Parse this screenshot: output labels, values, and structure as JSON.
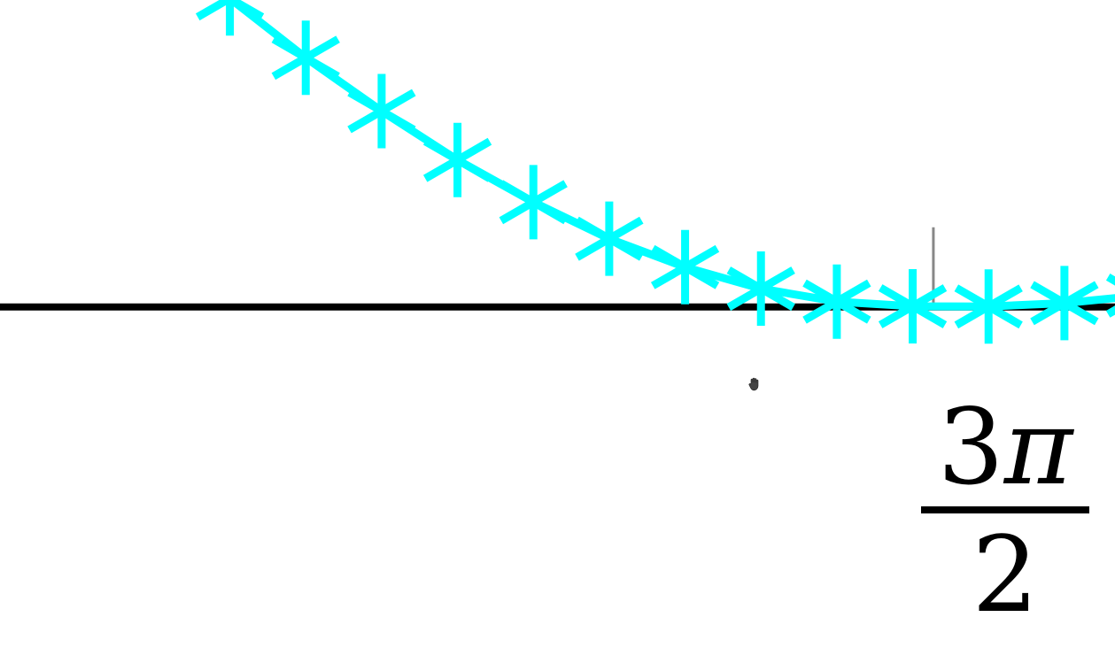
{
  "chart_data": {
    "type": "line",
    "title": "",
    "xlabel": "",
    "ylabel": "",
    "xlim": [
      3.9,
      4.87
    ],
    "ylim": [
      -0.3,
      0.27
    ],
    "grid": false,
    "x_ticks": [
      {
        "value": 4.712,
        "label_numerator": "3",
        "label_symbol": "π",
        "label_denominator": "2"
      }
    ],
    "reference_line": {
      "name": "",
      "y": 0,
      "color": "#000000"
    },
    "series": [
      {
        "name": "",
        "color": "#00ffff",
        "marker": "asterisk",
        "x": [
          4.1,
          4.166,
          4.232,
          4.298,
          4.364,
          4.43,
          4.496,
          4.562,
          4.628,
          4.694,
          4.76,
          4.826,
          4.892
        ],
        "y": [
          0.2714,
          0.2192,
          0.1723,
          0.1293,
          0.0922,
          0.06,
          0.035,
          0.0161,
          0.0047,
          0.0006,
          0.0004,
          0.0034,
          0.01
        ]
      }
    ]
  }
}
